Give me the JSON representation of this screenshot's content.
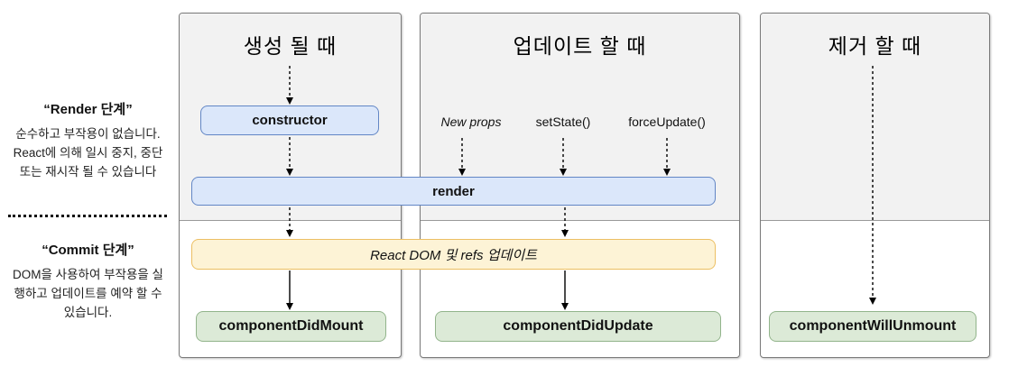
{
  "sidebar": {
    "render_phase": {
      "title": "“Render 단계”",
      "body": "순수하고 부작용이 없습니다. React에 의해 일시 중지, 중단 또는 재시작 될 수 있습니다"
    },
    "commit_phase": {
      "title": "“Commit 단계”",
      "body": "DOM을 사용하여 부작용을 실행하고 업데이트를 예약 할 수 있습니다."
    }
  },
  "columns": [
    {
      "title": "생성 될 때"
    },
    {
      "title": "업데이트 할 때",
      "triggers": [
        "New props",
        "setState()",
        "forceUpdate()"
      ]
    },
    {
      "title": "제거 할 때"
    }
  ],
  "nodes": {
    "constructor": "constructor",
    "render": "render",
    "react_dom_update": "React DOM 및 refs 업데이트",
    "component_did_mount": "componentDidMount",
    "component_did_update": "componentDidUpdate",
    "component_will_unmount": "componentWillUnmount"
  },
  "colors": {
    "blue_fill": "#dbe7fa",
    "blue_border": "#6286c5",
    "yellow_fill": "#fdf3d6",
    "yellow_border": "#ecbf63",
    "green_fill": "#dcead7",
    "green_border": "#92b48b",
    "phase_bg": "#f2f2f2",
    "column_border": "#7a7a7a"
  }
}
